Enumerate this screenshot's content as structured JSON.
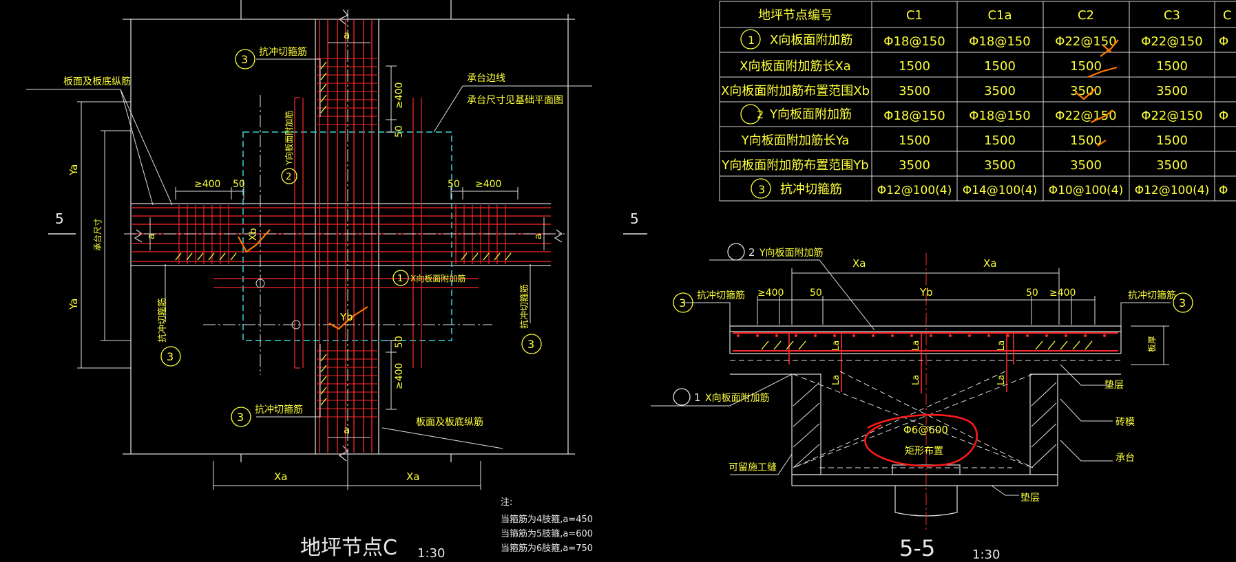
{
  "plan": {
    "title": "地坪节点C",
    "scale": "1:30",
    "labels": {
      "anchor_top": "a",
      "anchor_bottom": "a",
      "anchor_left": "a",
      "anchor_right": "a",
      "dim_400_top": "≥400",
      "dim_50_top": "50",
      "dim_400_left": "≥400",
      "dim_50_left": "50",
      "dim_50_right": "50",
      "dim_400_right": "≥400",
      "dim_50_bottom": "50",
      "dim_400_bottom": "≥400",
      "xa_left": "Xa",
      "xa_right": "Xa",
      "ya_top": "Ya",
      "ya_bottom": "Ya",
      "cap_size": "承台尺寸",
      "xb": "Xb",
      "yb": "Yb",
      "section_mark_left": "5",
      "section_mark_right": "5",
      "callout_plate_bars_tl": "板面及板底纵筋",
      "callout_shear_top": "抗冲切箍筋",
      "callout_cap_edge_1": "承台边线",
      "callout_cap_edge_2": "承台尺寸见基础平面图",
      "callout_y_add": "Y向板面附加筋",
      "callout_x_add": "X向板面附加筋",
      "callout_shear_left": "抗冲切箍筋",
      "callout_shear_right": "抗冲切箍筋",
      "callout_shear_bottom": "抗冲切箍筋",
      "callout_plate_bars_b": "板面及板底纵筋",
      "num_1": "1",
      "num_2": "2",
      "num_3": "3"
    },
    "notes": [
      "注:",
      "当箍筋为4肢箍,a=450",
      "当箍筋为5肢箍,a=600",
      "当箍筋为6肢箍,a=750"
    ]
  },
  "table": {
    "header": [
      "地坪节点编号",
      "C1",
      "C1a",
      "C2",
      "C3",
      "C"
    ],
    "rows": [
      {
        "num": "1",
        "label": "X向板面附加筋",
        "cells": [
          "Φ18@150",
          "Φ18@150",
          "Φ22@150",
          "Φ22@150",
          "Φ"
        ]
      },
      {
        "num": "",
        "label": "X向板面附加筋长Xa",
        "cells": [
          "1500",
          "1500",
          "1500",
          "1500",
          ""
        ]
      },
      {
        "num": "",
        "label": "X向板面附加筋布置范围Xb",
        "cells": [
          "3500",
          "3500",
          "3500",
          "3500",
          ""
        ]
      },
      {
        "num": "2",
        "label": "Y向板面附加筋",
        "cells": [
          "Φ18@150",
          "Φ18@150",
          "Φ22@150",
          "Φ22@150",
          "Φ"
        ]
      },
      {
        "num": "",
        "label": "Y向板面附加筋长Ya",
        "cells": [
          "1500",
          "1500",
          "1500",
          "1500",
          ""
        ]
      },
      {
        "num": "",
        "label": "Y向板面附加筋布置范围Yb",
        "cells": [
          "3500",
          "3500",
          "3500",
          "3500",
          ""
        ]
      },
      {
        "num": "3",
        "label": "抗冲切箍筋",
        "cells": [
          "Φ12@100(4)",
          "Φ14@100(4)",
          "Φ10@100(4)",
          "Φ12@100(4)",
          "Φ"
        ]
      }
    ]
  },
  "section": {
    "title": "5-5",
    "scale": "1:30",
    "labels": {
      "y_add": "Y向板面附加筋",
      "x_add": "X向板面附加筋",
      "xa_left": "Xa",
      "xa_right": "Xa",
      "yb": "Yb",
      "dim_400_l": "≥400",
      "dim_50_l": "50",
      "dim_50_r": "50",
      "dim_400_r": "≥400",
      "shear_left": "抗冲切箍筋",
      "shear_right": "抗冲切箍筋",
      "slab_thk": "板厚",
      "la": "La",
      "cushion_top": "垫层",
      "brick_mold": "砖模",
      "cap": "承台",
      "cushion_bottom": "垫层",
      "construction_joint": "可留施工缝",
      "stirrup": "Φ6@600",
      "rect_layout": "矩形布置",
      "num_1": "1",
      "num_2": "2",
      "num_3": "3"
    }
  },
  "colors": {
    "rebar_red": "#ff2020",
    "text_yellow": "#ffff3a",
    "line_white": "#e0e0e0",
    "cap_cyan": "#3ad6d6",
    "markup_orange": "#ff7a00",
    "markup_red": "#ff1a1a"
  }
}
